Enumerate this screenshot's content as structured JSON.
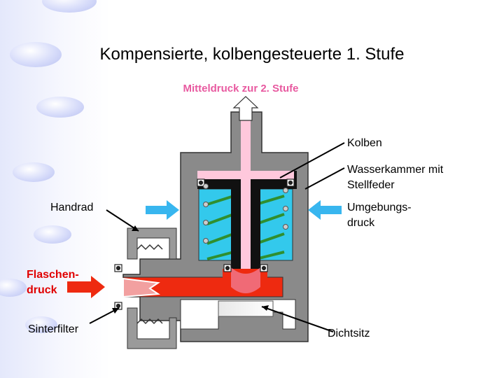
{
  "title": "Kompensierte, kolbengesteuerte 1. Stufe",
  "subtitle": "Mitteldruck zur 2. Stufe",
  "labels": {
    "kolben": "Kolben",
    "wasserkammer_line1": "Wasserkammer mit",
    "wasserkammer_line2": "Stellfeder",
    "umgebung_line1": "Umgebungs-",
    "umgebung_line2": "druck",
    "handrad": "Handrad",
    "flaschen_line1": "Flaschen-",
    "flaschen_line2": "druck",
    "sinterfilter": "Sinterfilter",
    "dichtsitz": "Dichtsitz"
  },
  "colors": {
    "body_grey": "#8a8a8a",
    "water": "#33c9ec",
    "spring": "#2f8f2f",
    "piston": "#ffc8dc",
    "high_pressure": "#ee2a10",
    "arrow_blue": "#38b6ef",
    "subtitle_pink": "#e85aa0"
  }
}
